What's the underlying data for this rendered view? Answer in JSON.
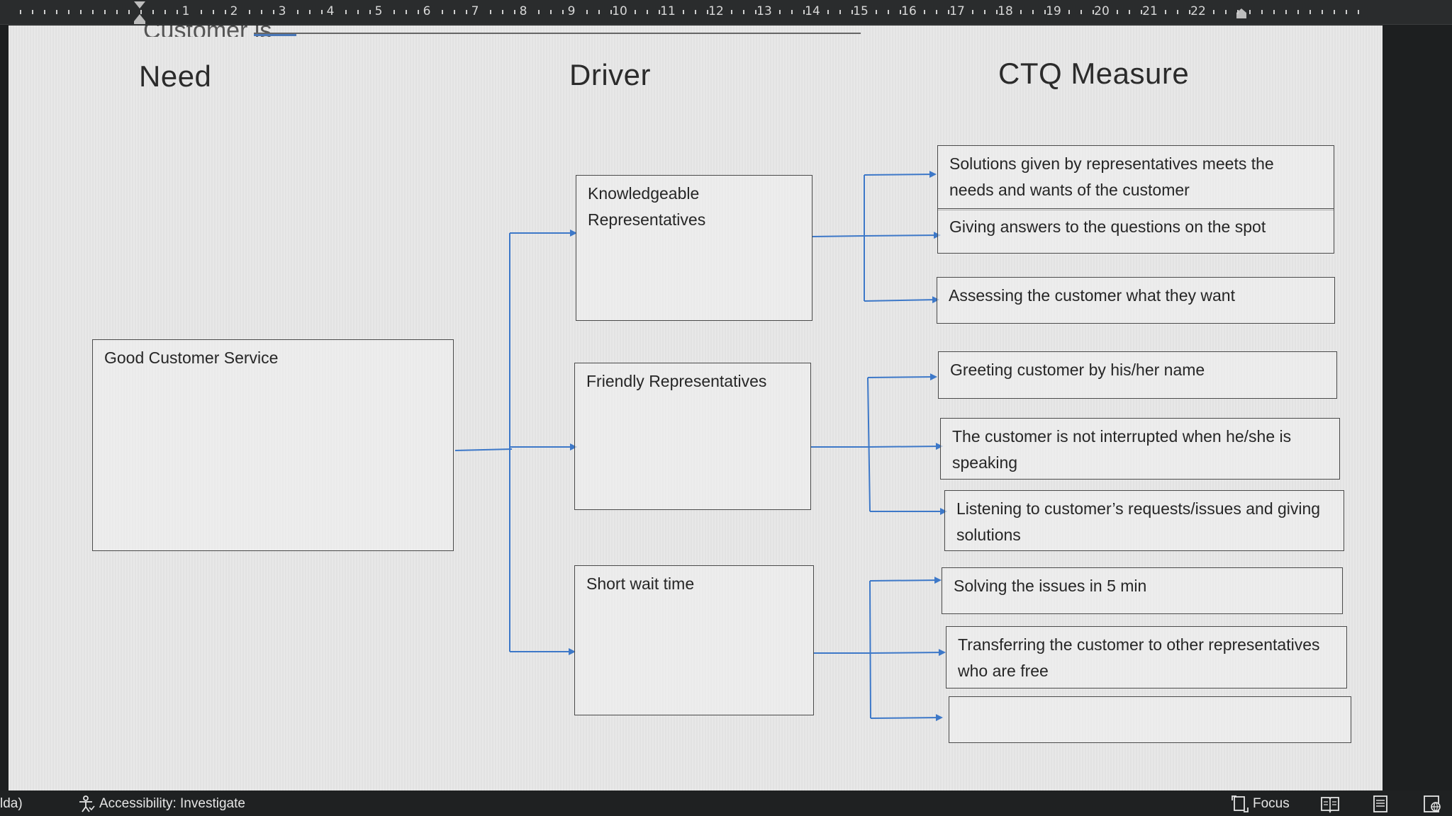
{
  "ruler": {
    "labels": [
      "1",
      "2",
      "3",
      "4",
      "5",
      "6",
      "7",
      "8",
      "9",
      "10",
      "11",
      "12",
      "13",
      "14",
      "15",
      "16",
      "17",
      "18",
      "19",
      "20",
      "21",
      "22"
    ]
  },
  "document": {
    "partial_heading": "Customer is",
    "headers": {
      "need": "Need",
      "driver": "Driver",
      "ctq": "CTQ Measure"
    },
    "need_box": "Good Customer Service",
    "drivers": [
      "Knowledgeable Representatives",
      "Friendly Representatives",
      "Short wait time"
    ],
    "ctq_measures": [
      "Solutions given by representatives meets the needs and wants of the customer",
      "Giving answers to the questions on the spot",
      "Assessing the customer what they want",
      "Greeting customer by his/her name",
      "The customer is not interrupted when he/she is speaking",
      "Listening to customer’s requests/issues and giving solutions",
      "Solving the issues in 5 min",
      "Transferring the customer to other representatives who are free",
      ""
    ],
    "connector_color": "#3d78c8"
  },
  "statusbar": {
    "left_fragment": "lda)",
    "accessibility": "Accessibility: Investigate",
    "focus": "Focus"
  }
}
